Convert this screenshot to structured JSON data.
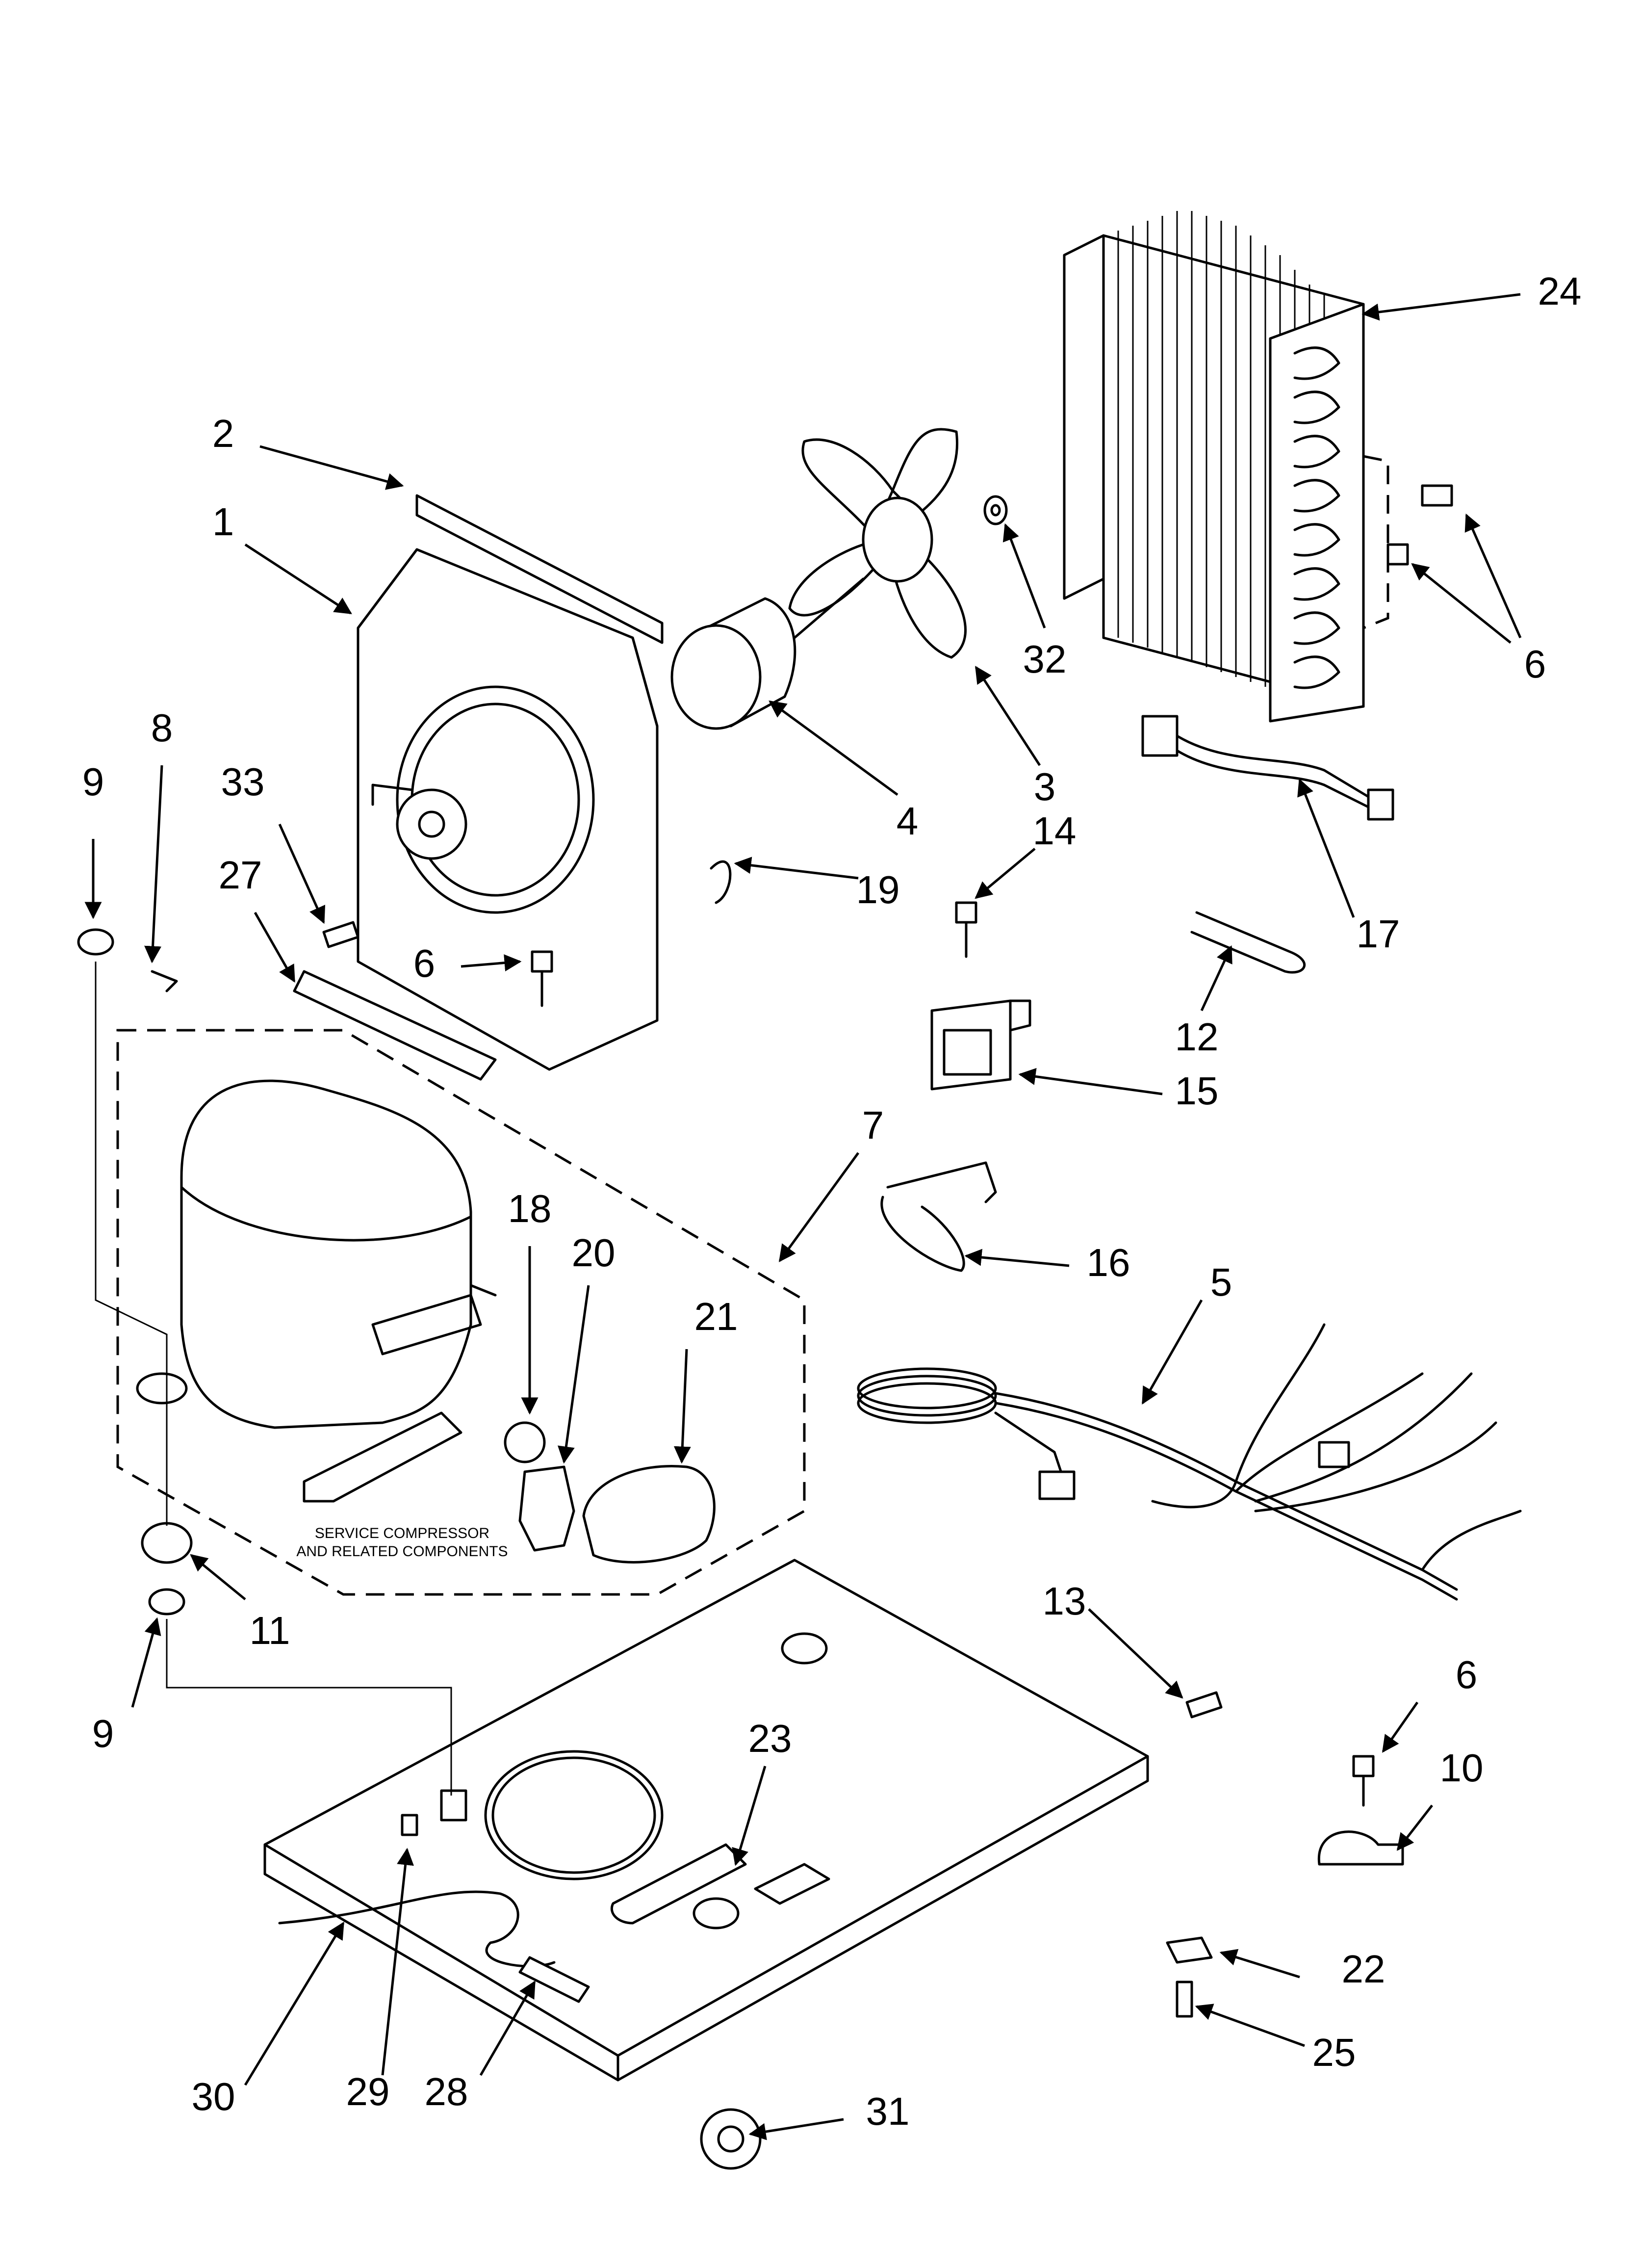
{
  "service_note": {
    "line1": "SERVICE COMPRESSOR",
    "line2": "AND RELATED COMPONENTS"
  },
  "callouts": {
    "c1": "1",
    "c2": "2",
    "c3": "3",
    "c4": "4",
    "c5": "5",
    "c6a": "6",
    "c6b": "6",
    "c6c": "6",
    "c7": "7",
    "c8": "8",
    "c9a": "9",
    "c9b": "9",
    "c10": "10",
    "c11": "11",
    "c12": "12",
    "c13": "13",
    "c14": "14",
    "c15": "15",
    "c16": "16",
    "c17": "17",
    "c18": "18",
    "c19": "19",
    "c20": "20",
    "c21": "21",
    "c22": "22",
    "c23": "23",
    "c24": "24",
    "c25": "25",
    "c27": "27",
    "c28": "28",
    "c29": "29",
    "c30": "30",
    "c31": "31",
    "c32": "32",
    "c33": "33"
  }
}
